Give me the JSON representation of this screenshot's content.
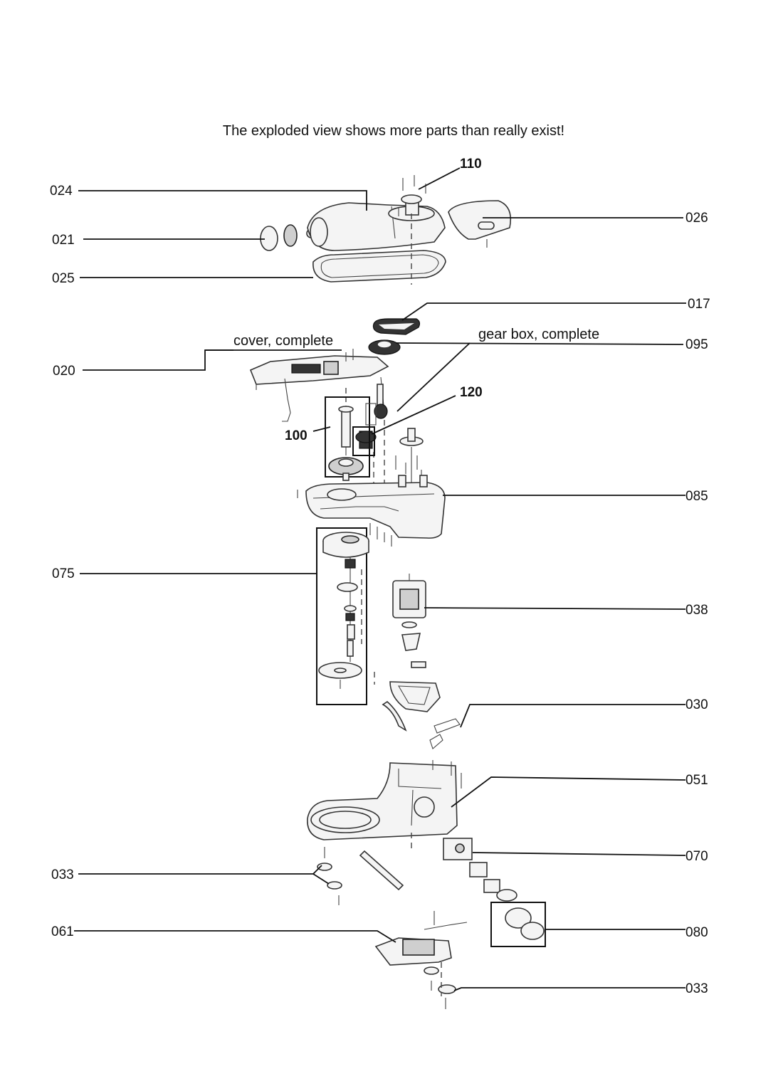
{
  "note": "The exploded view shows more parts than really exist!",
  "group_labels": {
    "cover": "cover, complete",
    "gearbox": "gear box, complete"
  },
  "callouts": {
    "p110": "110",
    "p024": "024",
    "p026": "026",
    "p021": "021",
    "p025": "025",
    "p017": "017",
    "p095": "095",
    "p020": "020",
    "p120": "120",
    "p100": "100",
    "p085": "085",
    "p075": "075",
    "p038": "038",
    "p030": "030",
    "p051": "051",
    "p070": "070",
    "p033a": "033",
    "p061": "061",
    "p080": "080",
    "p033b": "033"
  }
}
